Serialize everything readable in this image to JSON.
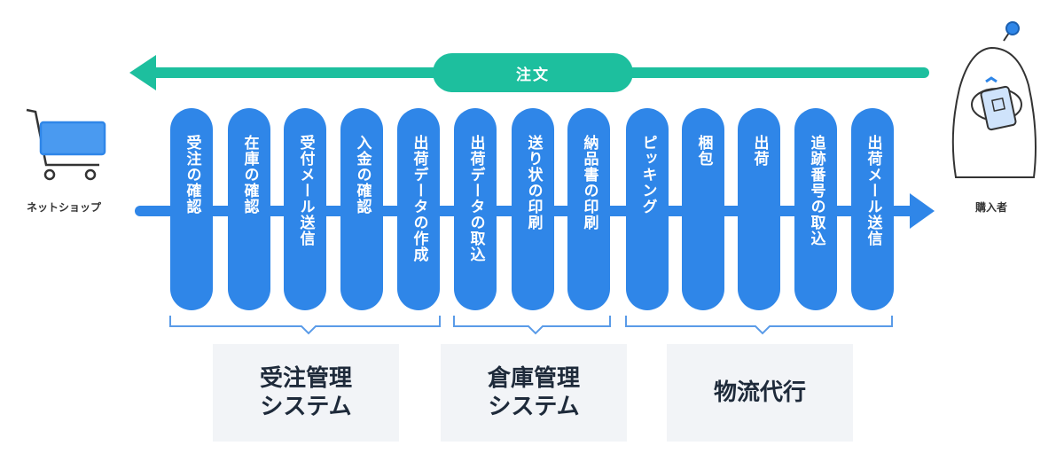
{
  "order_label": "注文",
  "left_actor": {
    "label": "ネットショップ",
    "icon": "shopping-cart-icon"
  },
  "right_actor": {
    "label": "購入者",
    "icon": "buyer-character-icon"
  },
  "steps": [
    "受注の確認",
    "在庫の確認",
    "受付メール送信",
    "入金の確認",
    "出荷データの作成",
    "出荷データの取込",
    "送り状の印刷",
    "納品書の印刷",
    "ピッキング",
    "梱包",
    "出荷",
    "追跡番号の取込",
    "出荷メール送信"
  ],
  "systems": [
    {
      "label": "受注管理\nシステム"
    },
    {
      "label": "倉庫管理\nシステム"
    },
    {
      "label": "物流代行"
    }
  ],
  "colors": {
    "order_arrow": "#1dbf9e",
    "flow_arrow": "#2f86e8",
    "step_pill": "#2f86e8",
    "system_box": "#f2f4f7"
  }
}
